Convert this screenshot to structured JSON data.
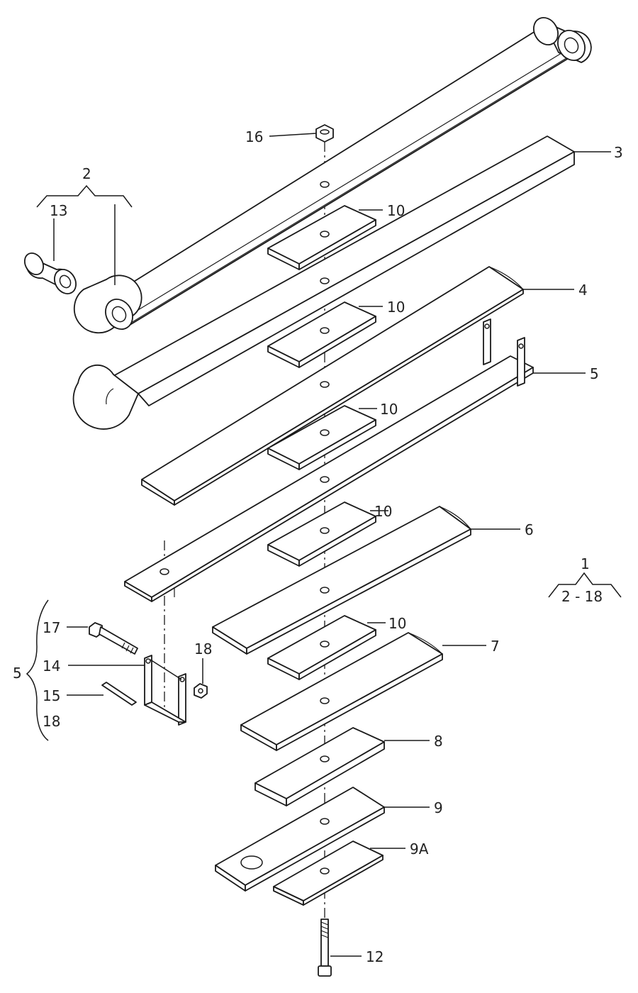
{
  "labels": {
    "l1": "1",
    "l1_range": "2 - 18",
    "l2": "2",
    "l3": "3",
    "l4": "4",
    "l5": "5",
    "l5_group": "5",
    "l6": "6",
    "l7": "7",
    "l8": "8",
    "l9": "9",
    "l9a": "9A",
    "l10a": "10",
    "l10b": "10",
    "l10c": "10",
    "l10d": "10",
    "l10e": "10",
    "l12": "12",
    "l13": "13",
    "l14": "14",
    "l15": "15",
    "l16": "16",
    "l17": "17",
    "l18a": "18",
    "l18b": "18"
  }
}
